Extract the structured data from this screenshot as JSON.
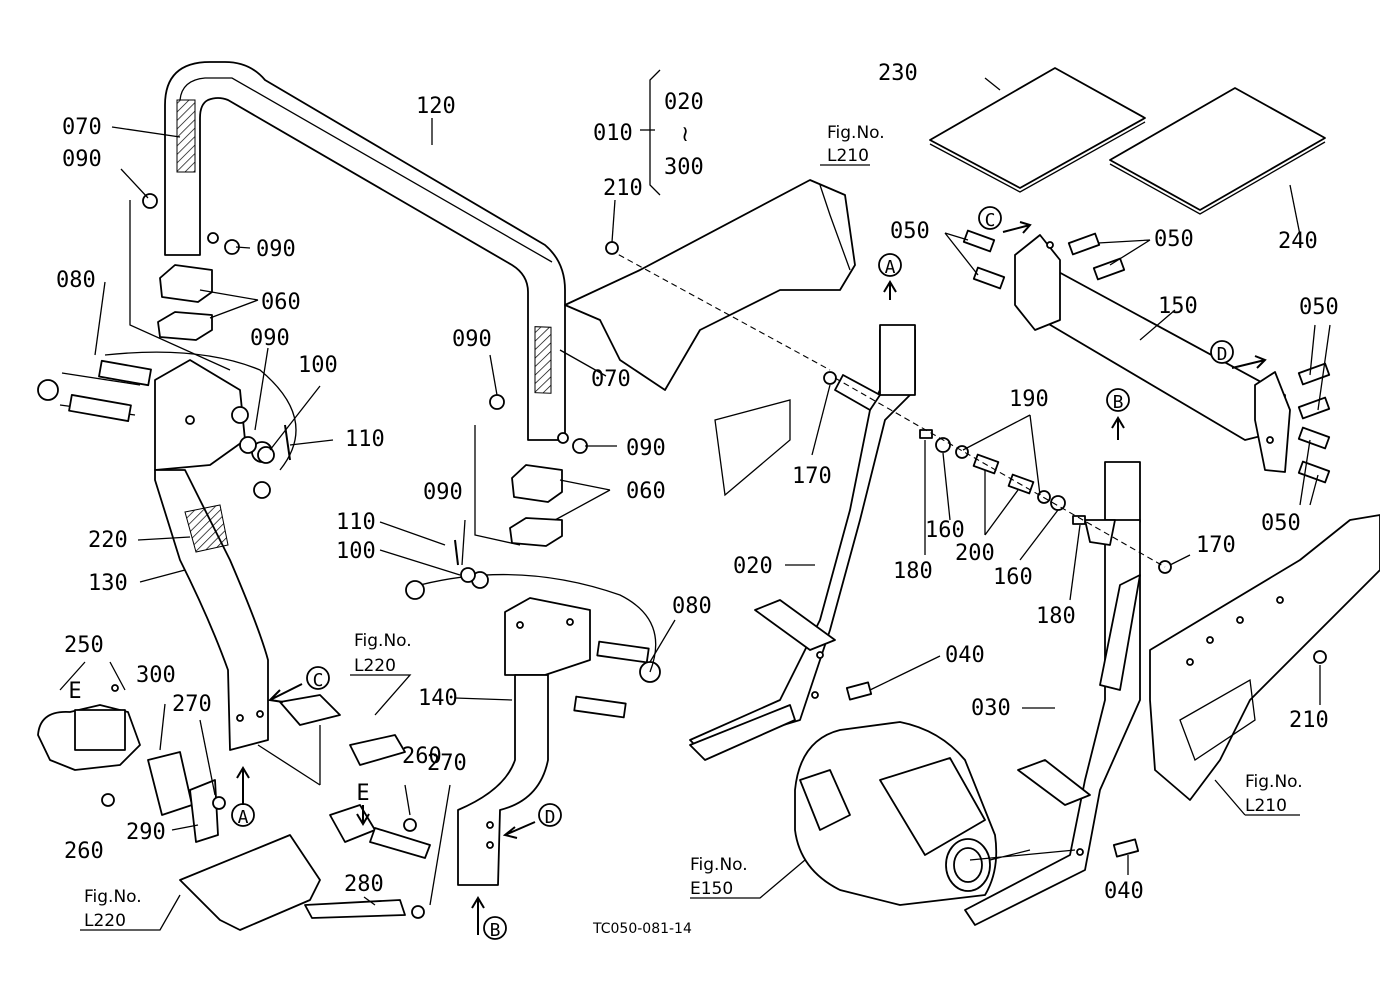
{
  "labels": {
    "l010": "010",
    "l020": "020",
    "l300top": "300",
    "tilde": "≀",
    "l120": "120",
    "l070a": "070",
    "l090a": "090",
    "l090b": "090",
    "l080a": "080",
    "l060a": "060",
    "l090c": "090",
    "l100a": "100",
    "l110a": "110",
    "l220": "220",
    "l130": "130",
    "l210a": "210",
    "l070b": "070",
    "l090d": "090",
    "l090e": "090",
    "l060b": "060",
    "l090f": "090",
    "l110b": "110",
    "l100b": "100",
    "l080b": "080",
    "l140": "140",
    "l250": "250",
    "l300": "300",
    "l270a": "270",
    "l260a": "260",
    "l270b": "270",
    "l290": "290",
    "l260b": "260",
    "l280": "280",
    "l230": "230",
    "l240": "240",
    "l050a": "050",
    "l050b": "050",
    "l150": "150",
    "l050c": "050",
    "l050d": "050",
    "l190": "190",
    "l170a": "170",
    "l160a": "160",
    "l200": "200",
    "l180a": "180",
    "l160b": "160",
    "l170b": "170",
    "l180b": "180",
    "l020b": "020",
    "l040a": "040",
    "l030": "030",
    "l040b": "040",
    "l210b": "210"
  },
  "callouts": {
    "A1": "A",
    "A2": "A",
    "B1": "B",
    "B2": "B",
    "C1": "C",
    "C2": "C",
    "D1": "D",
    "D2": "D",
    "E1": "E",
    "E2": "E"
  },
  "figrefs": [
    {
      "title": "Fig.No.",
      "ref": "L210"
    },
    {
      "title": "Fig.No.",
      "ref": "L220"
    },
    {
      "title": "Fig.No.",
      "ref": "L220"
    },
    {
      "title": "Fig.No.",
      "ref": "E150"
    },
    {
      "title": "Fig.No.",
      "ref": "L210"
    }
  ],
  "caption": "TC050-081-14"
}
